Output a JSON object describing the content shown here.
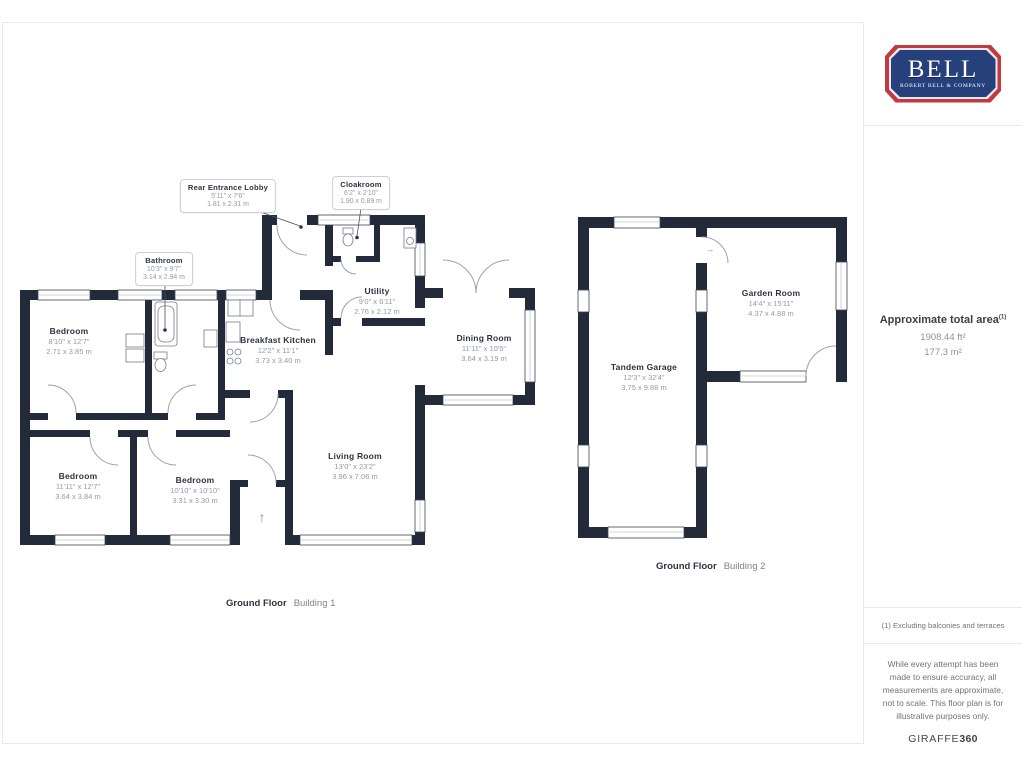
{
  "sidebar": {
    "logo_title": "BELL",
    "logo_subtitle": "ROBERT BELL & COMPANY",
    "area_title": "Approximate total area",
    "area_sup": "(1)",
    "area_ft": "1908.44 ft²",
    "area_m": "177.3 m²",
    "footnote": "(1) Excluding balconies and terraces",
    "disclaimer": "While every attempt has been made to ensure accuracy, all measurements are approximate, not to scale. This floor plan is for illustrative purposes only.",
    "brand_name": "GIRAFFE",
    "brand_number": "360"
  },
  "captions": {
    "b1": {
      "floor": "Ground Floor",
      "building": "Building 1"
    },
    "b2": {
      "floor": "Ground Floor",
      "building": "Building 2"
    }
  },
  "rooms": [
    {
      "name": "Bedroom",
      "imp": "8'10\" x 12'7\"",
      "met": "2.71 x 3.85 m"
    },
    {
      "name": "Bathroom",
      "imp": "10'3\" x 9'7\"",
      "met": "3.14 x 2.94 m"
    },
    {
      "name": "Rear Entrance Lobby",
      "imp": "5'11\" x 7'6\"",
      "met": "1.81 x 2.31 m"
    },
    {
      "name": "Cloakroom",
      "imp": "6'2\" x 2'10\"",
      "met": "1.90 x 0.89 m"
    },
    {
      "name": "Utility",
      "imp": "9'0\" x 6'11\"",
      "met": "2.76 x 2.12 m"
    },
    {
      "name": "Breakfast Kitchen",
      "imp": "12'2\" x 11'1\"",
      "met": "3.73 x 3.40 m"
    },
    {
      "name": "Dining Room",
      "imp": "11'11\" x 10'5\"",
      "met": "3.64 x 3.19 m"
    },
    {
      "name": "Living Room",
      "imp": "13'0\" x 23'2\"",
      "met": "3.96 x 7.06 m"
    },
    {
      "name": "Bedroom",
      "imp": "11'11\" x 12'7\"",
      "met": "3.64 x 3.84 m"
    },
    {
      "name": "Bedroom",
      "imp": "10'10\" x 10'10\"",
      "met": "3.31 x 3.30 m"
    },
    {
      "name": "Tandem Garage",
      "imp": "12'3\" x 32'4\"",
      "met": "3.75 x 9.88 m"
    },
    {
      "name": "Garden Room",
      "imp": "14'4\" x 15'11\"",
      "met": "4.37 x 4.88 m"
    }
  ],
  "icons": {
    "entrance_arrow": "↑",
    "door_arrow": "→"
  },
  "colors": {
    "wall": "#232a3a",
    "logo_red": "#c23a40",
    "logo_blue": "#26407c",
    "divider": "#e9e9ed"
  }
}
